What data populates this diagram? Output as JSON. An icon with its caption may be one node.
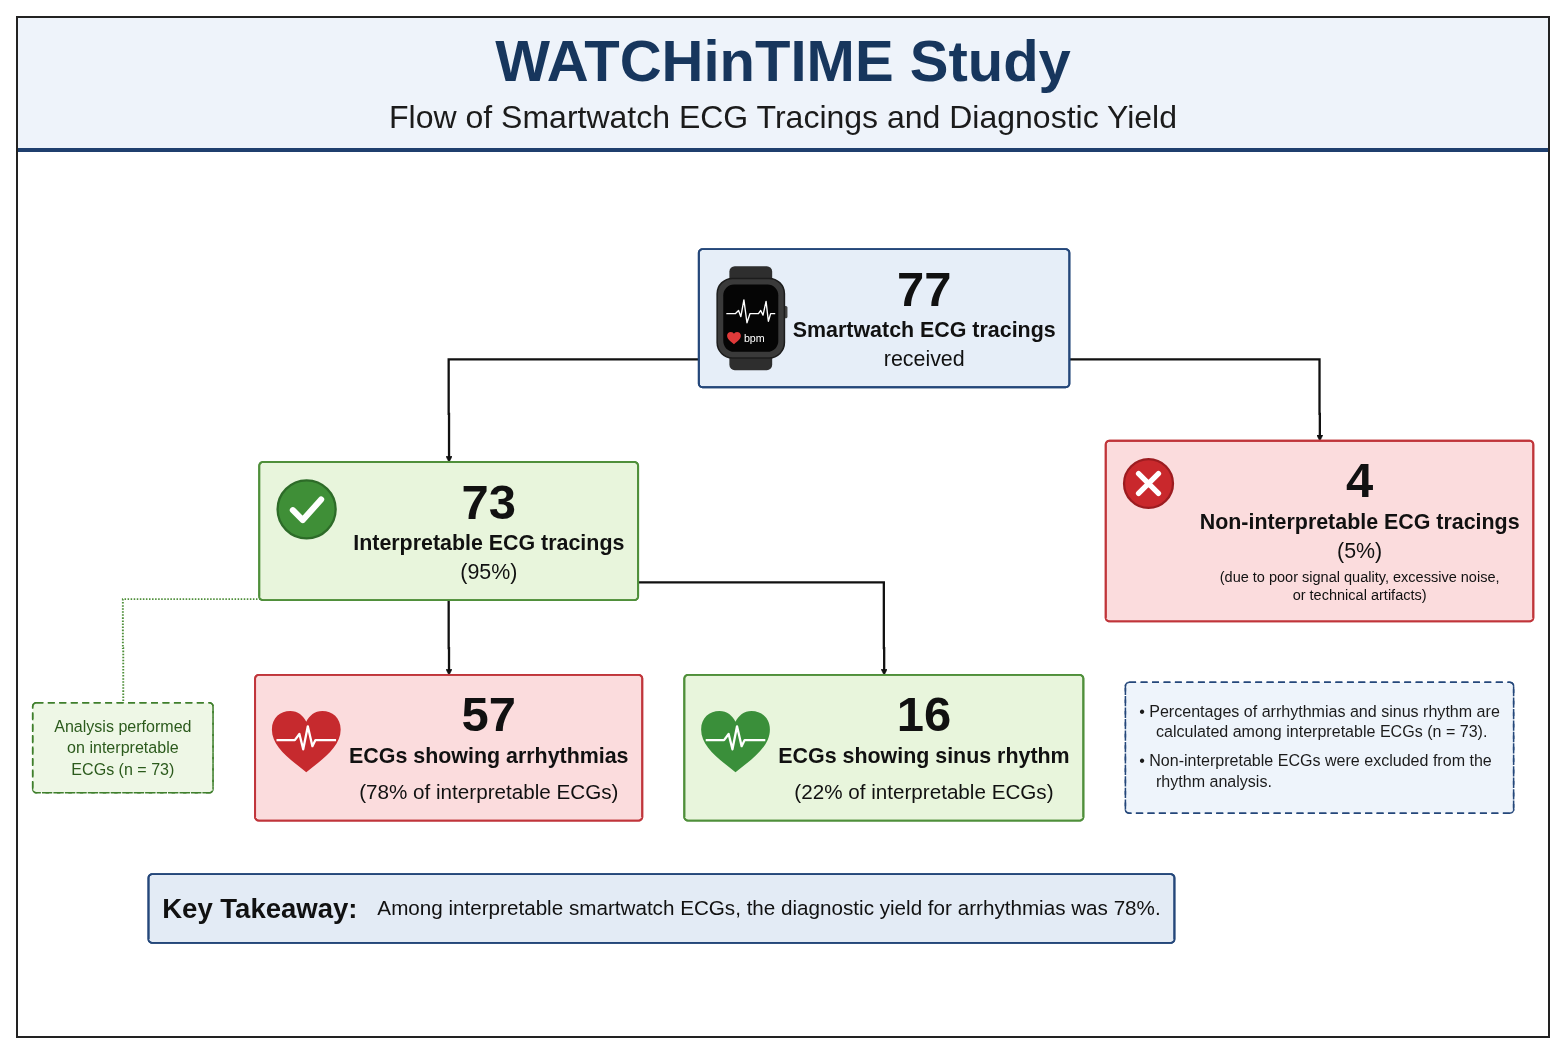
{
  "diagram": {
    "title": "WATCHinTIME Study",
    "nodes": [
      {
        "text": [
          "77",
          "Smartwatch ECG tracings",
          "received"
        ]
      },
      {
        "text": [
          "73",
          "Interpretable ECG tracings",
          "(95%)"
        ]
      },
      {
        "text": [
          "4",
          "Non-interpretable ECG tracings",
          "(5%)",
          "(due to poor signal quality, excessive noise, or technical artifacts)"
        ]
      },
      {
        "text": [
          "Analysis performed on interpretable ECGs (n = 73)"
        ]
      },
      {
        "text": [
          "57",
          "ECGs showing arrhythmias",
          "(78% of interpretable ECGs)"
        ]
      },
      {
        "text": [
          "16",
          "ECGs showing sinus rhythm",
          "(22% of interpretable ECGs)"
        ]
      },
      {
        "text": [
          "• Percentages of arrhythmias and sinus rhythm are calculated among interpretable ECGs (n = 73).",
          "• Non-interpretable ECGs were excluded from the rhythm analysis."
        ]
      },
      {
        "text": [
          "Key Takeaway:",
          "Among interpretable smartwatch ECGs, the diagnostic yield for arrhythmias was 78%."
        ]
      }
    ],
    "edges": [
      {
        "from": 0,
        "to": 1,
        "arrow": "to"
      },
      {
        "from": 0,
        "to": 2,
        "arrow": "to"
      },
      {
        "from": 1,
        "to": 3,
        "arrow": "none",
        "style": "dashed",
        "color": "#4f8f3a"
      },
      {
        "from": 1,
        "to": 4,
        "arrow": "to"
      },
      {
        "from": 1,
        "to": 5,
        "arrow": "to"
      }
    ],
    "labels": [
      "Flow of Smartwatch ECG Tracings and Diagnostic Yield",
      "bpm"
    ]
  }
}
